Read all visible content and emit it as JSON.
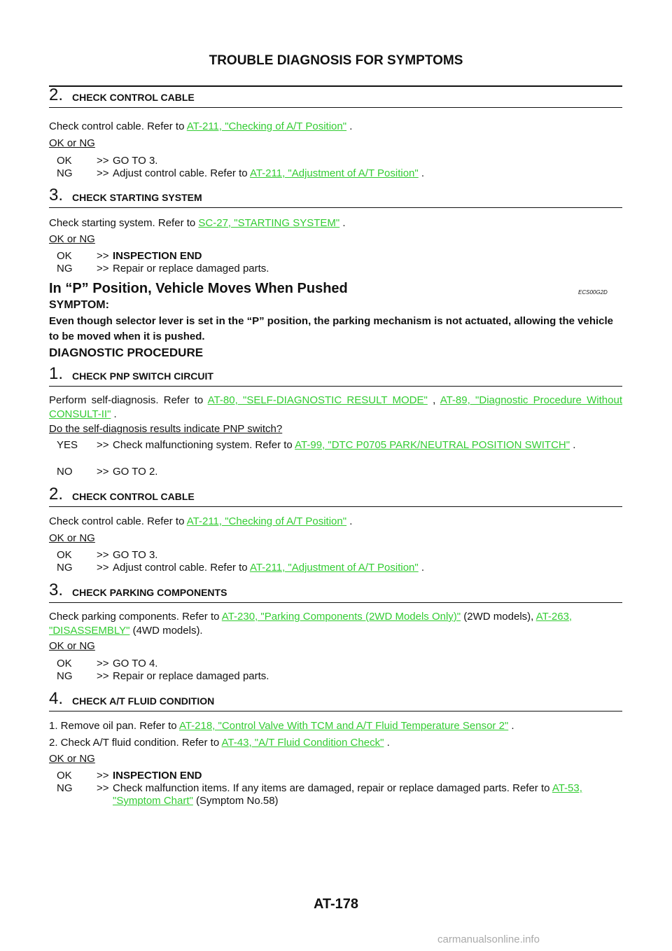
{
  "page_title": "TROUBLE DIAGNOSIS FOR SYMPTOMS",
  "s1": {
    "num": "2.",
    "title": "CHECK CONTROL CABLE",
    "text": "Check control cable. Refer to ",
    "link": "AT-211, \"Checking of A/T Position\"",
    "after": " .",
    "q": "OK or NG",
    "r1_key": "OK",
    "r1_arrow": ">>",
    "r1_val": "GO TO 3.",
    "r2_key": "NG",
    "r2_arrow": ">>",
    "r2_val": "Adjust control cable. Refer to ",
    "r2_link": "AT-211, \"Adjustment of A/T Position\"",
    "r2_after": " ."
  },
  "s2": {
    "num": "3.",
    "title": "CHECK STARTING SYSTEM",
    "text": "Check starting system. Refer to ",
    "link": "SC-27, \"STARTING SYSTEM\"",
    "after": " .",
    "q": "OK or NG",
    "r1_key": "OK",
    "r1_arrow": ">>",
    "r1_val": "INSPECTION END",
    "r2_key": "NG",
    "r2_arrow": ">>",
    "r2_val": "Repair or replace damaged parts."
  },
  "section": {
    "title": "In “P” Position, Vehicle Moves When Pushed",
    "code": "ECS00G2D",
    "symptom_label": "SYMPTOM:",
    "symptom_text": "Even though selector lever is set in the “P” position, the parking mechanism is not actuated, allowing the vehicle to be moved when it is pushed.",
    "proc_label": "DIAGNOSTIC PROCEDURE"
  },
  "d1": {
    "num": "1.",
    "title": "CHECK PNP SWITCH CIRCUIT",
    "text": "Perform self-diagnosis. Refer to ",
    "link1": "AT-80, \"SELF-DIAGNOSTIC RESULT MODE\"",
    "mid": " , ",
    "link2": "AT-89, \"Diagnostic Procedure Without CONSULT-II\"",
    "after": " .",
    "q": "Do the self-diagnosis results indicate PNP switch?",
    "r1_key": "YES",
    "r1_arrow": ">>",
    "r1_val": "Check malfunctioning system. Refer to ",
    "r1_link": "AT-99, \"DTC P0705 PARK/NEUTRAL POSITION SWITCH\"",
    "r1_after": " .",
    "r2_key": "NO",
    "r2_arrow": ">>",
    "r2_val": "GO TO 2."
  },
  "d2": {
    "num": "2.",
    "title": "CHECK CONTROL CABLE",
    "text": "Check control cable. Refer to ",
    "link": "AT-211, \"Checking of A/T Position\"",
    "after": " .",
    "q": "OK or NG",
    "r1_key": "OK",
    "r1_arrow": ">>",
    "r1_val": "GO TO 3.",
    "r2_key": "NG",
    "r2_arrow": ">>",
    "r2_val": "Adjust control cable. Refer to ",
    "r2_link": "AT-211, \"Adjustment of A/T Position\"",
    "r2_after": " ."
  },
  "d3": {
    "num": "3.",
    "title": "CHECK PARKING COMPONENTS",
    "text": "Check parking components. Refer to ",
    "link1": "AT-230, \"Parking Components (2WD Models Only)\"",
    "mid": "  (2WD models), ",
    "link2": "AT-263, \"DISASSEMBLY\"",
    "after": "  (4WD models).",
    "q": "OK or NG",
    "r1_key": "OK",
    "r1_arrow": ">>",
    "r1_val": "GO TO 4.",
    "r2_key": "NG",
    "r2_arrow": ">>",
    "r2_val": "Repair or replace damaged parts."
  },
  "d4": {
    "num": "4.",
    "title": "CHECK A/T FLUID CONDITION",
    "i1": "1.   Remove oil pan. Refer to ",
    "i1_link": "AT-218, \"Control Valve With TCM and A/T Fluid Temperature Sensor 2\"",
    "i1_after": " .",
    "i2": "2.   Check A/T fluid condition. Refer to ",
    "i2_link": "AT-43, \"A/T Fluid Condition Check\"",
    "i2_after": " .",
    "q": "OK or NG",
    "r1_key": "OK",
    "r1_arrow": ">>",
    "r1_val": "INSPECTION END",
    "r2_key": "NG",
    "r2_arrow": ">>",
    "r2_val": "Check malfunction items. If any items are damaged, repair or replace damaged parts. Refer to ",
    "r2_link": "AT-53, \"Symptom Chart\"",
    "r2_after": "  (Symptom No.58)"
  },
  "page_number": "AT-178",
  "watermark": "carmanualsonline.info"
}
